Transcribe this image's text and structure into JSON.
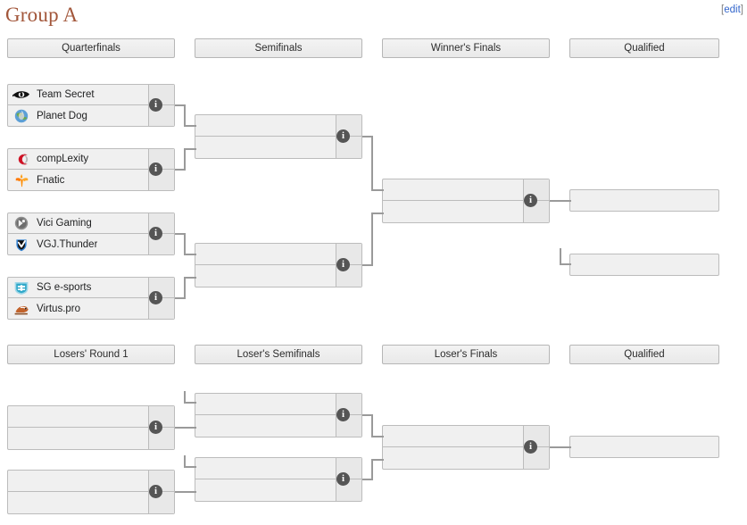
{
  "page": {
    "title": "Group A",
    "edit": {
      "open_bracket": "[",
      "label": "edit",
      "close_bracket": "]"
    }
  },
  "upper_bracket": {
    "headers": [
      {
        "label": "Quarterfinals"
      },
      {
        "label": "Semifinals"
      },
      {
        "label": "Winner's Finals"
      },
      {
        "label": "Qualified"
      }
    ],
    "quarterfinals": [
      {
        "info": "i",
        "opponents": [
          {
            "name": "Team Secret",
            "logo": "team-secret-eye-icon",
            "score": ""
          },
          {
            "name": "Planet Dog",
            "logo": "planet-dog-globe-icon",
            "score": ""
          }
        ]
      },
      {
        "info": "i",
        "opponents": [
          {
            "name": "compLexity",
            "logo": "complexity-swoosh-icon",
            "score": ""
          },
          {
            "name": "Fnatic",
            "logo": "fnatic-orange-icon",
            "score": ""
          }
        ]
      },
      {
        "info": "i",
        "opponents": [
          {
            "name": "Vici Gaming",
            "logo": "vici-gaming-icon",
            "score": ""
          },
          {
            "name": "VGJ.Thunder",
            "logo": "vgj-thunder-icon",
            "score": ""
          }
        ]
      },
      {
        "info": "i",
        "opponents": [
          {
            "name": "SG e-sports",
            "logo": "sg-esports-shield-icon",
            "score": ""
          },
          {
            "name": "Virtus.pro",
            "logo": "virtus-pro-bear-icon",
            "score": ""
          }
        ]
      }
    ],
    "semifinals": [
      {
        "info": "i",
        "opponents": [
          {
            "name": "",
            "logo": "",
            "score": ""
          },
          {
            "name": "",
            "logo": "",
            "score": ""
          }
        ]
      },
      {
        "info": "i",
        "opponents": [
          {
            "name": "",
            "logo": "",
            "score": ""
          },
          {
            "name": "",
            "logo": "",
            "score": ""
          }
        ]
      }
    ],
    "winners_finals": [
      {
        "info": "i",
        "opponents": [
          {
            "name": "",
            "logo": "",
            "score": ""
          },
          {
            "name": "",
            "logo": "",
            "score": ""
          }
        ]
      }
    ],
    "qualified": [
      {
        "name": "",
        "logo": "",
        "score": ""
      },
      {
        "name": "",
        "logo": "",
        "score": ""
      }
    ]
  },
  "lower_bracket": {
    "headers": [
      {
        "label": "Losers' Round 1"
      },
      {
        "label": "Loser's Semifinals"
      },
      {
        "label": "Loser's Finals"
      },
      {
        "label": "Qualified"
      }
    ],
    "losers_round1": [
      {
        "info": "i",
        "opponents": [
          {
            "name": "",
            "logo": "",
            "score": ""
          },
          {
            "name": "",
            "logo": "",
            "score": ""
          }
        ]
      },
      {
        "info": "i",
        "opponents": [
          {
            "name": "",
            "logo": "",
            "score": ""
          },
          {
            "name": "",
            "logo": "",
            "score": ""
          }
        ]
      }
    ],
    "losers_semifinals": [
      {
        "info": "i",
        "opponents": [
          {
            "name": "",
            "logo": "",
            "score": ""
          },
          {
            "name": "",
            "logo": "",
            "score": ""
          }
        ]
      },
      {
        "info": "i",
        "opponents": [
          {
            "name": "",
            "logo": "",
            "score": ""
          },
          {
            "name": "",
            "logo": "",
            "score": ""
          }
        ]
      }
    ],
    "losers_finals": [
      {
        "info": "i",
        "opponents": [
          {
            "name": "",
            "logo": "",
            "score": ""
          },
          {
            "name": "",
            "logo": "",
            "score": ""
          }
        ]
      }
    ],
    "qualified": [
      {
        "name": "",
        "logo": "",
        "score": ""
      }
    ]
  },
  "colors": {
    "title": "#a2563a",
    "link": "#3366cc",
    "box_fill": "#f0f0f0",
    "box_border": "#bcbcbc",
    "score_fill": "#e8e8e8",
    "connector": "#9a9a9a",
    "info_badge": "#555555",
    "header_border": "#b6b6b6"
  }
}
